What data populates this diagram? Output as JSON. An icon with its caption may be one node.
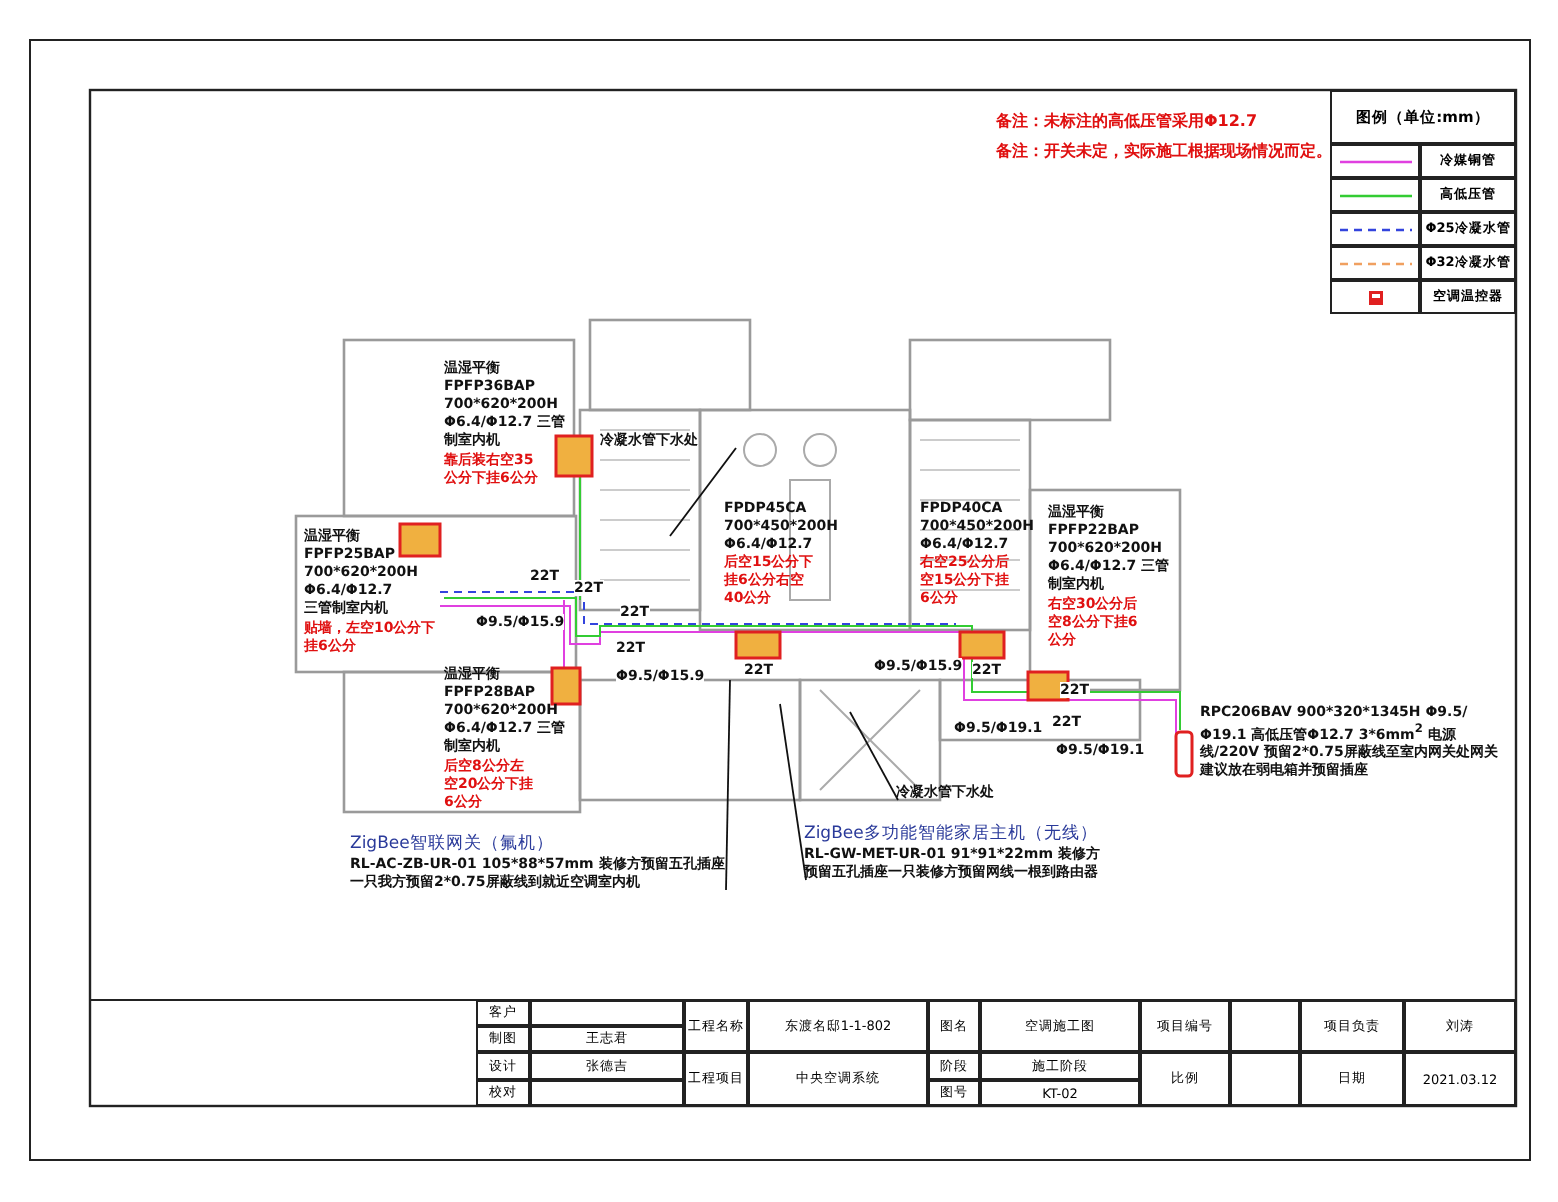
{
  "diagram": {
    "nodes": [
      {
        "text": [
          "冷凝水管下水处"
        ]
      },
      {
        "text": [
          "冷凝水管下水处"
        ]
      },
      {
        "text": [
          "ZigBee智联网关（氟机）",
          "RL-AC-ZB-UR-01 105*88*57mm 装修方预留五孔插座一只我方预留2*0.75屏蔽线到就近空调室内机"
        ]
      },
      {
        "text": [
          "ZigBee多功能智能家居主机（无线）",
          "RL-GW-MET-UR-01 91*91*22mm 装修方预留五孔插座一只装修方预留网线一根到路由器"
        ]
      }
    ],
    "edges": [
      {
        "from": 0,
        "to": null,
        "arrow": "none"
      },
      {
        "from": 1,
        "to": null,
        "arrow": "none"
      },
      {
        "from": 2,
        "to": null,
        "arrow": "none"
      },
      {
        "from": 3,
        "to": null,
        "arrow": "none"
      }
    ],
    "labels": [
      "备注：未标注的高低压管采用Φ12.7",
      "备注：开关未定，实际施工根据现场情况而定。",
      "图例（单位:mm）",
      "温湿平衡 FPFP36BAP 700*620*200H Φ6.4/Φ12.7 三管制室内机",
      "靠后装右空35公分下挂6公分",
      "FPDP45CA 700*450*200H Φ6.4/Φ12.7",
      "后空15公分下挂6公分右空40公分",
      "FPDP40CA 700*450*200H Φ6.4/Φ12.7",
      "右空25公分后空15公分下挂6公分",
      "温湿平衡 FPFP25BAP 700*620*200H Φ6.4/Φ12.7 三管制室内机",
      "贴墙，左空10公分下挂6公分",
      "温湿平衡 FPFP22BAP 700*620*200H Φ6.4/Φ12.7 三管制室内机",
      "右空30公分后空8公分下挂6公分",
      "22T",
      "22T",
      "22T",
      "22T",
      "Φ9.5/Φ15.9",
      "Φ9.5/Φ15.9",
      "22T",
      "Φ9.5/Φ15.9",
      "22T",
      "22T",
      "22T",
      "Φ9.5/Φ19.1",
      "温湿平衡 FPFP28BAP 700*620*200H Φ6.4/Φ12.7 三管制室内机",
      "后空8公分左空20公分下挂6公分",
      "Φ9.5/Φ19.1",
      "RPC206BAV 900*320*1345H Φ9.5/Φ19.1 高低压管Φ12.7 3*6mm$^{2}$ 电源线/220V 预留2*0.75屏蔽线至室内网关处网关建议放在弱电箱并预留插座",
      "客户",
      "工程名称",
      "东渡名邸1-1-802",
      "图名",
      "空调施工图",
      "项目编号",
      "项目负责",
      "刘涛",
      "制图",
      "王志君",
      "设计",
      "张德吉",
      "工程项目",
      "中央空调系统",
      "阶段",
      "施工阶段",
      "比例",
      "日期",
      "2021.03.12",
      "校对",
      "图号",
      "KT-02"
    ],
    "legend": [
      {
        "text": "冷媒铜管"
      },
      {
        "text": "高低压管"
      },
      {
        "text": "Φ25冷凝水管"
      },
      {
        "text": "Φ32冷凝水管"
      },
      {
        "text": "空调温控器"
      }
    ]
  }
}
